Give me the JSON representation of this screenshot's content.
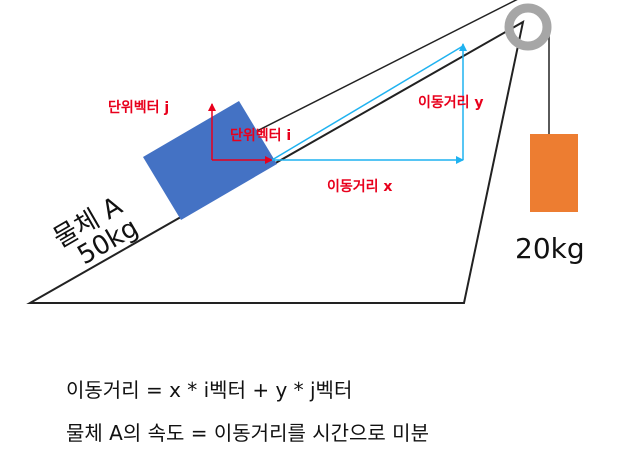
{
  "labels": {
    "unit_vector_j": "단위벡터 j",
    "unit_vector_i": "단위벡터 i",
    "displacement_x": "이동거리 x",
    "displacement_y": "이동거리 y",
    "object_name": "물체 A",
    "object_mass": "50kg",
    "hanging_mass": "20kg"
  },
  "equations": {
    "line1": "이동거리 = x * i벡터 + y * j벡터",
    "line2": "물체 A의 속도 = 이동거리를 시간으로 미분"
  },
  "colors": {
    "block_a": "#4472C4",
    "hanging_block": "#ED7D31",
    "pulley": "#A6A6A6",
    "unit_vector": "#E8001C",
    "displacement": "#1FB2F0",
    "label_red": "#E8001C",
    "line": "#222222"
  }
}
